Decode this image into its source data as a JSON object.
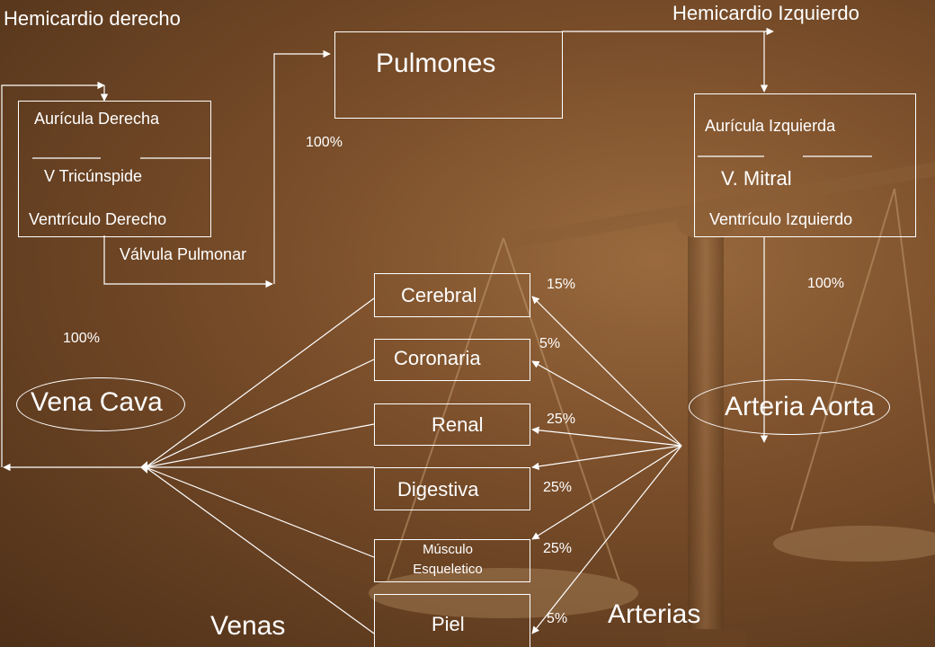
{
  "headers": {
    "right_heart": "Hemicardio derecho",
    "left_heart": "Hemicardio Izquierdo"
  },
  "lungs": "Pulmones",
  "right": {
    "atrium": "Aurícula Derecha",
    "valve": "V Tricúnspide",
    "ventricle": "Ventrículo Derecho",
    "pulmonary_valve": "Válvula Pulmonar"
  },
  "left": {
    "atrium": "Aurícula Izquierda",
    "valve": "V. Mitral",
    "ventricle": "Ventrículo Izquierdo"
  },
  "vena_cava": "Vena Cava",
  "aorta": "Arteria Aorta",
  "veins": "Venas",
  "arteries": "Arterias",
  "percents": {
    "lungs": "100%",
    "aorta": "100%",
    "vena_cava": "100%"
  },
  "organs": [
    {
      "name": "Cerebral",
      "pct": "15%"
    },
    {
      "name": "Coronaria",
      "pct": "5%"
    },
    {
      "name": "Renal",
      "pct": "25%"
    },
    {
      "name": "Digestiva",
      "pct": "25%"
    },
    {
      "name": "Músculo Esqueletico",
      "pct": "25%"
    },
    {
      "name": "Piel",
      "pct": "5%"
    }
  ]
}
